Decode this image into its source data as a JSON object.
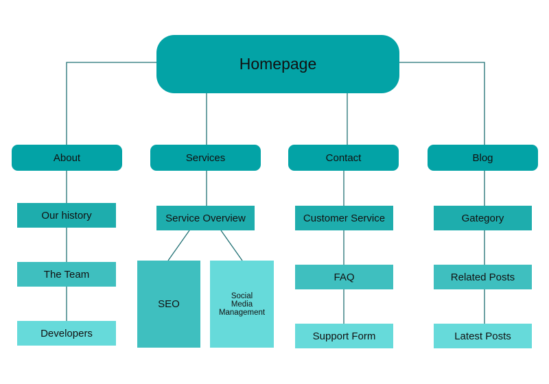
{
  "colors": {
    "level1": "#03a3a6",
    "level2": "#1eadad",
    "level3": "#3fbfbf",
    "level4": "#66dada",
    "line": "#1f6f73"
  },
  "root": {
    "label": "Homepage"
  },
  "sections": {
    "about": {
      "label": "About",
      "children": [
        "Our history",
        "The Team",
        "Developers"
      ]
    },
    "services": {
      "label": "Services",
      "overview": "Service Overview",
      "seo": "SEO",
      "social": "Social\nMedia\nManagement"
    },
    "contact": {
      "label": "Contact",
      "children": [
        "Customer Service",
        "FAQ",
        "Support Form"
      ]
    },
    "blog": {
      "label": "Blog",
      "children": [
        "Gategory",
        "Related Posts",
        "Latest Posts"
      ]
    }
  }
}
